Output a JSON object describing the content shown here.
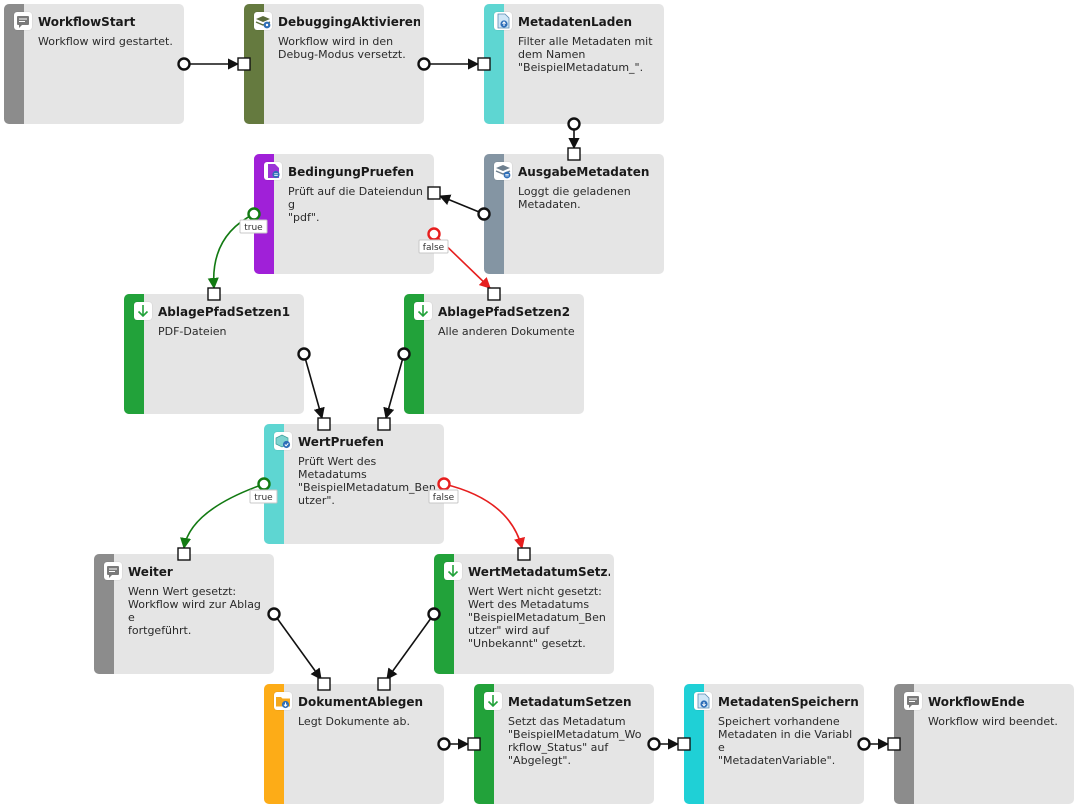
{
  "colors": {
    "gray": "#8c8c8c",
    "olive": "#657a3f",
    "cyan": "#5ed6d2",
    "blue_gray": "#8495a3",
    "purple": "#a020d8",
    "green": "#22a23a",
    "orange": "#fdac17",
    "cyan_bright": "#1fd0d6",
    "edge_default": "#111111",
    "edge_true": "#127a12",
    "edge_false": "#e61e1e"
  },
  "nodes": [
    {
      "id": "workflow-start",
      "title": "WorkflowStart",
      "desc": "Workflow wird gestartet.",
      "color": "gray",
      "icon": "comment-icon"
    },
    {
      "id": "debugging-aktivieren",
      "title": "DebuggingAktivieren",
      "desc": "Workflow wird in den\nDebug-Modus versetzt.",
      "color": "olive",
      "icon": "layers-gear-icon"
    },
    {
      "id": "metadaten-laden",
      "title": "MetadatenLaden",
      "desc": "Filter alle Metadaten mit\ndem Namen\n\"BeispielMetadatum_\".",
      "color": "cyan",
      "icon": "document-upload-icon"
    },
    {
      "id": "ausgabe-metadaten",
      "title": "AusgabeMetadaten",
      "desc": "Loggt die geladenen\nMetadaten.",
      "color": "blue_gray",
      "icon": "layers-list-icon"
    },
    {
      "id": "bedingung-pruefen",
      "title": "BedingungPruefen",
      "desc": "Prüft auf die Dateiendung\n\"pdf\".",
      "color": "purple",
      "icon": "document-condition-icon"
    },
    {
      "id": "ablage-pfad-setzen-1",
      "title": "AblagePfadSetzen1",
      "desc": "PDF-Dateien",
      "color": "green",
      "icon": "arrow-down-icon"
    },
    {
      "id": "ablage-pfad-setzen-2",
      "title": "AblagePfadSetzen2",
      "desc": "Alle anderen Dokumente",
      "color": "green",
      "icon": "arrow-down-icon"
    },
    {
      "id": "wert-pruefen",
      "title": "WertPruefen",
      "desc": "Prüft Wert des\nMetadatums\n\"BeispielMetadatum_Benutzer\".",
      "color": "cyan",
      "icon": "cube-check-icon"
    },
    {
      "id": "weiter",
      "title": "Weiter",
      "desc": "Wenn Wert gesetzt:\nWorkflow wird zur Ablage\nfortgeführt.",
      "color": "gray",
      "icon": "comment-icon"
    },
    {
      "id": "wert-metadatum-setzen",
      "title": "WertMetadatumSetz...",
      "desc": "Wert Wert nicht gesetzt:\nWert des Metadatums\n\"BeispielMetadatum_Benutzer\" wird auf\n\"Unbekannt\" gesetzt.",
      "color": "green",
      "icon": "arrow-down-icon"
    },
    {
      "id": "dokument-ablegen",
      "title": "DokumentAblegen",
      "desc": "Legt Dokumente ab.",
      "color": "orange",
      "icon": "folder-download-icon"
    },
    {
      "id": "metadatum-setzen",
      "title": "MetadatumSetzen",
      "desc": "Setzt das Metadatum\n\"BeispielMetadatum_Workflow_Status\" auf\n\"Abgelegt\".",
      "color": "green",
      "icon": "arrow-down-icon"
    },
    {
      "id": "metadaten-speichern",
      "title": "MetadatenSpeichern",
      "desc": "Speichert vorhandene\nMetadaten in die Variable\n\"MetadatenVariable\".",
      "color": "cyan_bright",
      "icon": "document-download-icon"
    },
    {
      "id": "workflow-ende",
      "title": "WorkflowEnde",
      "desc": "Workflow wird beendet.",
      "color": "gray",
      "icon": "comment-icon"
    }
  ],
  "edges": [
    {
      "from": "workflow-start",
      "to": "debugging-aktivieren",
      "kind": "default",
      "label": ""
    },
    {
      "from": "debugging-aktivieren",
      "to": "metadaten-laden",
      "kind": "default",
      "label": ""
    },
    {
      "from": "metadaten-laden",
      "to": "ausgabe-metadaten",
      "kind": "default",
      "label": ""
    },
    {
      "from": "ausgabe-metadaten",
      "to": "bedingung-pruefen",
      "kind": "default",
      "label": ""
    },
    {
      "from": "bedingung-pruefen",
      "to": "ablage-pfad-setzen-1",
      "kind": "true",
      "label": "true"
    },
    {
      "from": "bedingung-pruefen",
      "to": "ablage-pfad-setzen-2",
      "kind": "false",
      "label": "false"
    },
    {
      "from": "ablage-pfad-setzen-1",
      "to": "wert-pruefen",
      "kind": "default",
      "label": ""
    },
    {
      "from": "ablage-pfad-setzen-2",
      "to": "wert-pruefen",
      "kind": "default",
      "label": ""
    },
    {
      "from": "wert-pruefen",
      "to": "weiter",
      "kind": "true",
      "label": "true"
    },
    {
      "from": "wert-pruefen",
      "to": "wert-metadatum-setzen",
      "kind": "false",
      "label": "false"
    },
    {
      "from": "weiter",
      "to": "dokument-ablegen",
      "kind": "default",
      "label": ""
    },
    {
      "from": "wert-metadatum-setzen",
      "to": "dokument-ablegen",
      "kind": "default",
      "label": ""
    },
    {
      "from": "dokument-ablegen",
      "to": "metadatum-setzen",
      "kind": "default",
      "label": ""
    },
    {
      "from": "metadatum-setzen",
      "to": "metadaten-speichern",
      "kind": "default",
      "label": ""
    },
    {
      "from": "metadaten-speichern",
      "to": "workflow-ende",
      "kind": "default",
      "label": ""
    }
  ]
}
